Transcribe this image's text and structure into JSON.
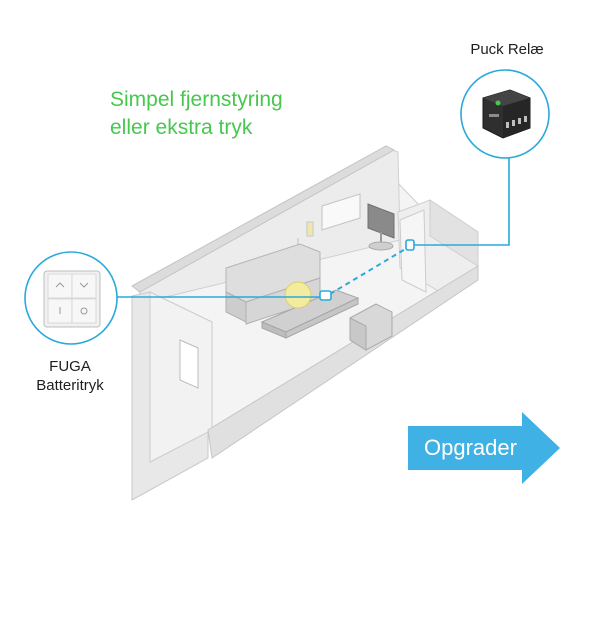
{
  "headline": {
    "line1": "Simpel fjernstyring",
    "line2": "eller ekstra tryk"
  },
  "devices": {
    "relay_label": "Puck Relæ",
    "switch_label_line1": "FUGA",
    "switch_label_line2": "Batteritryk"
  },
  "cta": {
    "label": "Opgrader"
  },
  "colors": {
    "headline": "#46c84e",
    "connector": "#2aa9dc",
    "cta_fill": "#3fb1e5",
    "lamp_glow": "#f3ec9e",
    "wall": "#e6e6e6",
    "furniture": "#d2d2d2"
  }
}
